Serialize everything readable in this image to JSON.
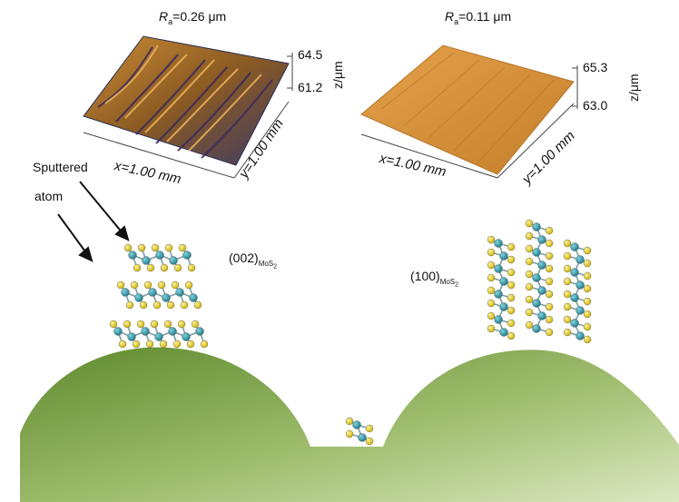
{
  "left_panel": {
    "ra_symbol": "R",
    "ra_sub": "a",
    "ra_value": "=0.26 μm",
    "z_max": "64.5",
    "z_min": "61.2",
    "z_label": "z/μm",
    "x_label": "x=1.00 mm",
    "y_label": "y=1.00 mm"
  },
  "right_panel": {
    "ra_symbol": "R",
    "ra_sub": "a",
    "ra_value": "=0.11 μm",
    "z_max": "65.3",
    "z_min": "63.0",
    "z_label": "z/μm",
    "x_label": "x=1.00 mm",
    "y_label": "y=1.00 mm"
  },
  "labels": {
    "sputtered_line1": "Sputtered",
    "sputtered_line2": "atom",
    "plane_002": "(002)",
    "plane_002_sub": "MoS",
    "plane_002_subsub": "2",
    "plane_100": "(100)",
    "plane_100_sub": "MoS",
    "plane_100_subsub": "2"
  },
  "colors": {
    "sulfur": "#e6cf1e",
    "molybdenum": "#2e9aa8",
    "substrate": "#8aab55",
    "surface_gold": "#d9962e"
  }
}
